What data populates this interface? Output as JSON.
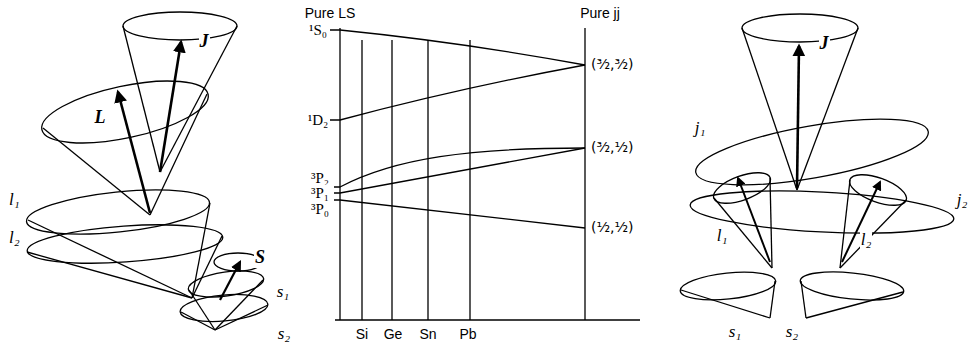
{
  "diagram": {
    "labels": [
      "J",
      "L",
      "l₁",
      "l₂",
      "S",
      "s₁",
      "s₂",
      "Pure LS",
      "Pure jj",
      "¹S₀",
      "¹D₂",
      "³P₂",
      "³P₁",
      "³P₀",
      "(³⁄₂,³⁄₂)",
      "(³⁄₂,¹⁄₂)",
      "(¹⁄₂,¹⁄₂)",
      "Si",
      "Ge",
      "Sn",
      "Pb",
      "J",
      "j₁",
      "j₂",
      "l₁",
      "l₂",
      "s₁",
      "s₂"
    ]
  }
}
